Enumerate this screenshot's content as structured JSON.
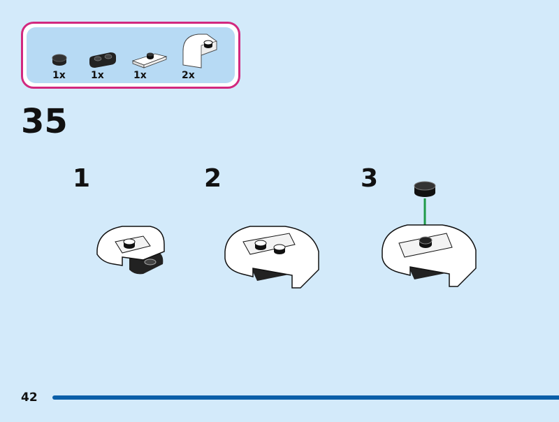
{
  "parts_list": [
    {
      "name": "round-tile-1x1-black",
      "qty": "1x"
    },
    {
      "name": "plate-1x2-rounded-black",
      "qty": "1x"
    },
    {
      "name": "jumper-plate-white",
      "qty": "1x"
    },
    {
      "name": "curved-slope-white",
      "qty": "2x"
    }
  ],
  "step_number": "35",
  "sub_steps": [
    "1",
    "2",
    "3"
  ],
  "page_number": "42",
  "colors": {
    "background": "#d3eafa",
    "parts_border": "#d2287f",
    "parts_fill": "#b7daf4",
    "arrow": "#1e9a48",
    "page_line": "#0b5fa8"
  }
}
